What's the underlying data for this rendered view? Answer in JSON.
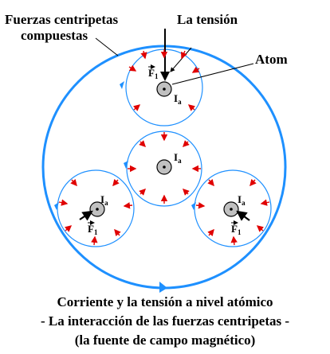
{
  "labels": {
    "compound_forces_line1": "Fuerzas centripetas",
    "compound_forces_line2": "compuestas",
    "tension": "La tensión",
    "atom": "Atom",
    "current": "I",
    "current_sub": "a",
    "force": "F",
    "force_sub": "1"
  },
  "caption": {
    "line1": "Corriente y la tensión  a nivel atómico",
    "line2": "- La interacción de las fuerzas centripetas -",
    "line3": "(la fuente de campo magnético)"
  },
  "colors": {
    "outer_ring": "#1e90ff",
    "inner_ring": "#1e90ff",
    "force_arrow": "#e00000",
    "atom_fill": "#c0c0c0",
    "text": "#000000"
  }
}
